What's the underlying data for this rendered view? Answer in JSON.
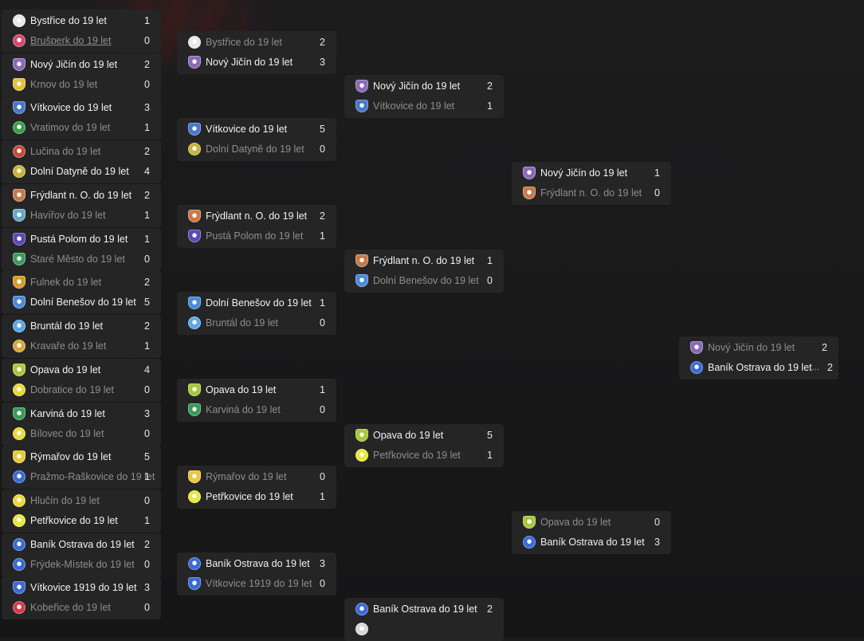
{
  "colors": {
    "background": "#1c1c1d",
    "card": "#252526",
    "winner_text": "#f2f2f2",
    "loser_text": "#8e8e8e"
  },
  "rounds": [
    {
      "name": "round-1",
      "matches": [
        {
          "teams": [
            {
              "name": "Bystřice do 19 let",
              "score": "1",
              "logo": "bystrice-logo-icon",
              "color": "#e8e8e8",
              "win": true
            },
            {
              "name": "Brušperk do 19 let",
              "score": "0",
              "logo": "brusperk-logo-icon",
              "color": "#d64a6a",
              "win": false,
              "underline": true
            }
          ]
        },
        {
          "teams": [
            {
              "name": "Nový Jičín do 19 let",
              "score": "2",
              "logo": "novy-jicin-logo-icon",
              "color": "#8a6ab8",
              "win": true
            },
            {
              "name": "Krnov do 19 let",
              "score": "0",
              "logo": "krnov-logo-icon",
              "color": "#e2c23a",
              "win": false
            }
          ]
        },
        {
          "teams": [
            {
              "name": "Vítkovice do 19 let",
              "score": "3",
              "logo": "vitkovice-logo-icon",
              "color": "#4a78c8",
              "win": true
            },
            {
              "name": "Vratimov do 19 let",
              "score": "1",
              "logo": "vratimov-logo-icon",
              "color": "#3aa04a",
              "win": false
            }
          ]
        },
        {
          "teams": [
            {
              "name": "Lučina do 19 let",
              "score": "2",
              "logo": "lucina-logo-icon",
              "color": "#c84a3a",
              "win": false
            },
            {
              "name": "Dolní Datyně do 19 let",
              "score": "4",
              "logo": "dolni-datyne-logo-icon",
              "color": "#c8b43a",
              "win": true
            }
          ]
        },
        {
          "teams": [
            {
              "name": "Frýdlant n. O. do 19 let",
              "score": "2",
              "logo": "frydlant-logo-icon",
              "color": "#c87a4a",
              "win": true
            },
            {
              "name": "Havířov do 19 let",
              "score": "1",
              "logo": "havirov-logo-icon",
              "color": "#6aa8c8",
              "win": false
            }
          ]
        },
        {
          "teams": [
            {
              "name": "Pustá Polom do 19 let",
              "score": "1",
              "logo": "pusta-polom-logo-icon",
              "color": "#5a4ab8",
              "win": true
            },
            {
              "name": "Staré Město do 19 let",
              "score": "0",
              "logo": "stare-mesto-logo-icon",
              "color": "#3a9a5a",
              "win": false
            }
          ]
        },
        {
          "teams": [
            {
              "name": "Fulnek do 19 let",
              "score": "2",
              "logo": "fulnek-logo-icon",
              "color": "#d89a2a",
              "win": false
            },
            {
              "name": "Dolní Benešov do 19 let",
              "score": "5",
              "logo": "dolni-benesov-logo-icon",
              "color": "#4a8ad8",
              "win": true
            }
          ]
        },
        {
          "teams": [
            {
              "name": "Bruntál do 19 let",
              "score": "2",
              "logo": "bruntal-logo-icon",
              "color": "#5aa8e8",
              "win": true
            },
            {
              "name": "Kravaře do 19 let",
              "score": "1",
              "logo": "kravare-logo-icon",
              "color": "#d8a83a",
              "win": false
            }
          ]
        },
        {
          "teams": [
            {
              "name": "Opava do 19 let",
              "score": "4",
              "logo": "opava-logo-icon",
              "color": "#a8c83a",
              "win": true
            },
            {
              "name": "Dobratice do 19 let",
              "score": "0",
              "logo": "dobratice-logo-icon",
              "color": "#e8d83a",
              "win": false
            }
          ]
        },
        {
          "teams": [
            {
              "name": "Karviná do 19 let",
              "score": "3",
              "logo": "karvina-logo-icon",
              "color": "#3a9a5a",
              "win": true
            },
            {
              "name": "Bílovec do 19 let",
              "score": "0",
              "logo": "bilovec-logo-icon",
              "color": "#e8d83a",
              "win": false
            }
          ]
        },
        {
          "teams": [
            {
              "name": "Rýmařov do 19 let",
              "score": "5",
              "logo": "rymarov-logo-icon",
              "color": "#e8c83a",
              "win": true
            },
            {
              "name": "Pražmo-Raškovice do 19 let",
              "score": "1",
              "logo": "prazmo-logo-icon",
              "color": "#3a6ad8",
              "win": false
            }
          ]
        },
        {
          "teams": [
            {
              "name": "Hlučín do 19 let",
              "score": "0",
              "logo": "hlucin-logo-icon",
              "color": "#e8d83a",
              "win": false
            },
            {
              "name": "Petřkovice do 19 let",
              "score": "1",
              "logo": "petrkovice-logo-icon",
              "color": "#e8e83a",
              "win": true
            }
          ]
        },
        {
          "teams": [
            {
              "name": "Baník Ostrava do 19 let",
              "score": "2",
              "logo": "banik-ostrava-logo-icon",
              "color": "#3a6ad8",
              "win": true
            },
            {
              "name": "Frýdek-Místek do 19 let",
              "score": "0",
              "logo": "frydek-mistek-logo-icon",
              "color": "#3a6ad8",
              "win": false
            }
          ]
        },
        {
          "teams": [
            {
              "name": "Vítkovice 1919 do 19 let",
              "score": "3",
              "logo": "vitkovice-1919-logo-icon",
              "color": "#3a6ad8",
              "win": true
            },
            {
              "name": "Kobeřice do 19 let",
              "score": "0",
              "logo": "koberice-logo-icon",
              "color": "#d83a4a",
              "win": false
            }
          ]
        }
      ]
    },
    {
      "name": "round-2",
      "matches": [
        {
          "teams": [
            {
              "name": "Bystřice do 19 let",
              "score": "2",
              "logo": "bystrice-logo-icon",
              "color": "#e8e8e8",
              "win": false
            },
            {
              "name": "Nový Jičín do 19 let",
              "score": "3",
              "logo": "novy-jicin-logo-icon",
              "color": "#8a6ab8",
              "win": true
            }
          ]
        },
        {
          "teams": [
            {
              "name": "Vítkovice do 19 let",
              "score": "5",
              "logo": "vitkovice-logo-icon",
              "color": "#4a78c8",
              "win": true
            },
            {
              "name": "Dolní Datyně do 19 let",
              "score": "0",
              "logo": "dolni-datyne-logo-icon",
              "color": "#c8b43a",
              "win": false
            }
          ]
        },
        {
          "teams": [
            {
              "name": "Frýdlant n. O. do 19 let",
              "score": "2",
              "logo": "frydlant-logo-icon",
              "color": "#c87a4a",
              "win": true
            },
            {
              "name": "Pustá Polom do 19 let",
              "score": "1",
              "logo": "pusta-polom-logo-icon",
              "color": "#5a4ab8",
              "win": false
            }
          ]
        },
        {
          "teams": [
            {
              "name": "Dolní Benešov do 19 let",
              "score": "1",
              "logo": "dolni-benesov-logo-icon",
              "color": "#4a8ad8",
              "win": true
            },
            {
              "name": "Bruntál do 19 let",
              "score": "0",
              "logo": "bruntal-logo-icon",
              "color": "#5aa8e8",
              "win": false
            }
          ]
        },
        {
          "teams": [
            {
              "name": "Opava do 19 let",
              "score": "1",
              "logo": "opava-logo-icon",
              "color": "#a8c83a",
              "win": true
            },
            {
              "name": "Karviná do 19 let",
              "score": "0",
              "logo": "karvina-logo-icon",
              "color": "#3a9a5a",
              "win": false
            }
          ]
        },
        {
          "teams": [
            {
              "name": "Rýmařov do 19 let",
              "score": "0",
              "logo": "rymarov-logo-icon",
              "color": "#e8c83a",
              "win": false
            },
            {
              "name": "Petřkovice do 19 let",
              "score": "1",
              "logo": "petrkovice-logo-icon",
              "color": "#e8e83a",
              "win": true
            }
          ]
        },
        {
          "teams": [
            {
              "name": "Baník Ostrava do 19 let",
              "score": "3",
              "logo": "banik-ostrava-logo-icon",
              "color": "#3a6ad8",
              "win": true
            },
            {
              "name": "Vítkovice 1919 do 19 let",
              "score": "0",
              "logo": "vitkovice-1919-logo-icon",
              "color": "#3a6ad8",
              "win": false
            }
          ]
        }
      ]
    },
    {
      "name": "round-3",
      "matches": [
        {
          "teams": [
            {
              "name": "Nový Jičín do 19 let",
              "score": "2",
              "logo": "novy-jicin-logo-icon",
              "color": "#8a6ab8",
              "win": true
            },
            {
              "name": "Vítkovice do 19 let",
              "score": "1",
              "logo": "vitkovice-logo-icon",
              "color": "#4a78c8",
              "win": false
            }
          ]
        },
        {
          "teams": [
            {
              "name": "Frýdlant n. O. do 19 let",
              "score": "1",
              "logo": "frydlant-logo-icon",
              "color": "#c87a4a",
              "win": true
            },
            {
              "name": "Dolní Benešov do 19 let",
              "score": "0",
              "logo": "dolni-benesov-logo-icon",
              "color": "#4a8ad8",
              "win": false
            }
          ]
        },
        {
          "teams": [
            {
              "name": "Opava do 19 let",
              "score": "5",
              "logo": "opava-logo-icon",
              "color": "#a8c83a",
              "win": true
            },
            {
              "name": "Petřkovice do 19 let",
              "score": "1",
              "logo": "petrkovice-logo-icon",
              "color": "#e8e83a",
              "win": false
            }
          ]
        },
        {
          "teams": [
            {
              "name": "Baník Ostrava do 19 let",
              "score": "2",
              "logo": "banik-ostrava-logo-icon",
              "color": "#3a6ad8",
              "win": true
            },
            {
              "name": "",
              "score": "",
              "logo": "partial-logo-icon",
              "color": "#d8d8d8",
              "win": false
            }
          ]
        }
      ]
    },
    {
      "name": "semifinal",
      "matches": [
        {
          "teams": [
            {
              "name": "Nový Jičín do 19 let",
              "score": "1",
              "logo": "novy-jicin-logo-icon",
              "color": "#8a6ab8",
              "win": true
            },
            {
              "name": "Frýdlant n. O. do 19 let",
              "score": "0",
              "logo": "frydlant-logo-icon",
              "color": "#c87a4a",
              "win": false
            }
          ]
        },
        {
          "teams": [
            {
              "name": "Opava do 19 let",
              "score": "0",
              "logo": "opava-logo-icon",
              "color": "#a8c83a",
              "win": false
            },
            {
              "name": "Baník Ostrava do 19 let",
              "score": "3",
              "logo": "banik-ostrava-logo-icon",
              "color": "#3a6ad8",
              "win": true
            }
          ]
        }
      ]
    },
    {
      "name": "final",
      "matches": [
        {
          "teams": [
            {
              "name": "Nový Jičín do 19 let",
              "score": "2",
              "logo": "novy-jicin-logo-icon",
              "color": "#8a6ab8",
              "win": false
            },
            {
              "name": "Baník Ostrava do 19 let",
              "score": "2",
              "logo": "banik-ostrava-logo-icon",
              "color": "#3a6ad8",
              "win": true,
              "extra": "..."
            }
          ]
        }
      ]
    }
  ]
}
